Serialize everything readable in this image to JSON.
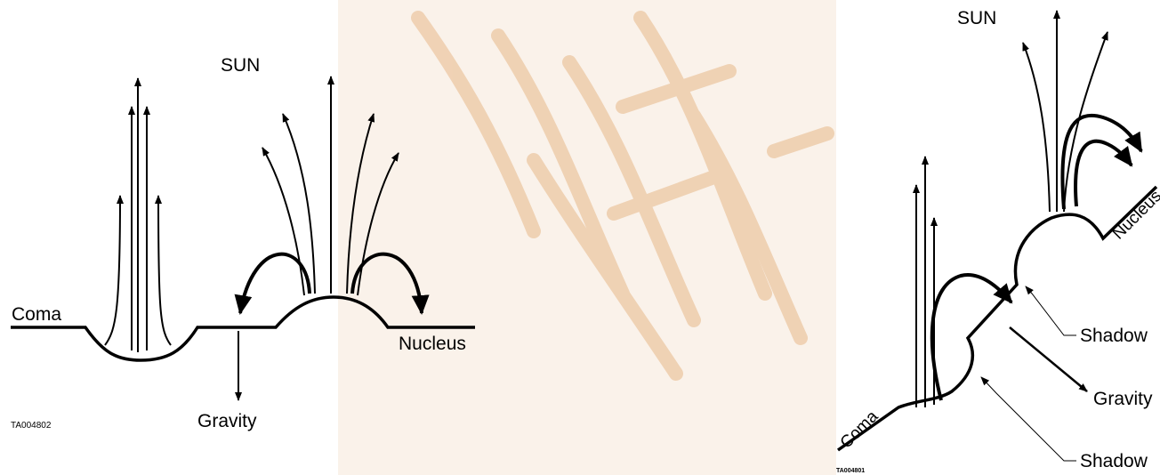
{
  "colors": {
    "background_left": "#ffffff",
    "background_middle": "#f6e8d8",
    "streak": "#e7b888",
    "ink": "#000000"
  },
  "left_diagram": {
    "sun_label": "SUN",
    "coma_label": "Coma",
    "nucleus_label": "Nucleus",
    "gravity_label": "Gravity",
    "figure_id": "TA004802"
  },
  "right_diagram": {
    "sun_label": "SUN",
    "coma_label": "Coma",
    "nucleus_label": "Nucleus",
    "shadow_label_upper": "Shadow",
    "gravity_label": "Gravity",
    "shadow_label_lower": "Shadow",
    "figure_id": "TA004801"
  }
}
